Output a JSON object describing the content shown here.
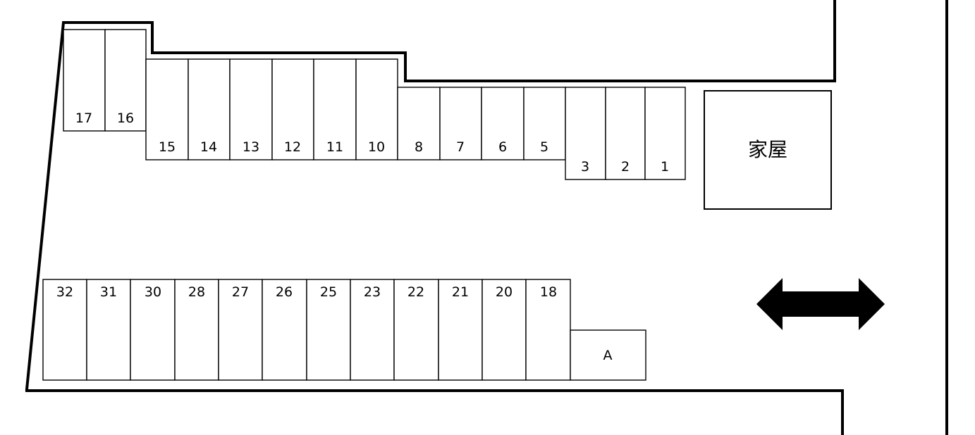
{
  "site_map": {
    "house_label": "家屋",
    "upper_row": [
      "17",
      "16",
      "15",
      "14",
      "13",
      "12",
      "11",
      "10",
      "8",
      "7",
      "6",
      "5",
      "3",
      "2",
      "1"
    ],
    "lower_row": [
      "32",
      "31",
      "30",
      "28",
      "27",
      "26",
      "25",
      "23",
      "22",
      "21",
      "20",
      "18"
    ],
    "extra_space": "A",
    "colors": {
      "line": "#000000",
      "background": "#ffffff"
    },
    "icons": [
      "two-way-arrow-icon"
    ]
  }
}
